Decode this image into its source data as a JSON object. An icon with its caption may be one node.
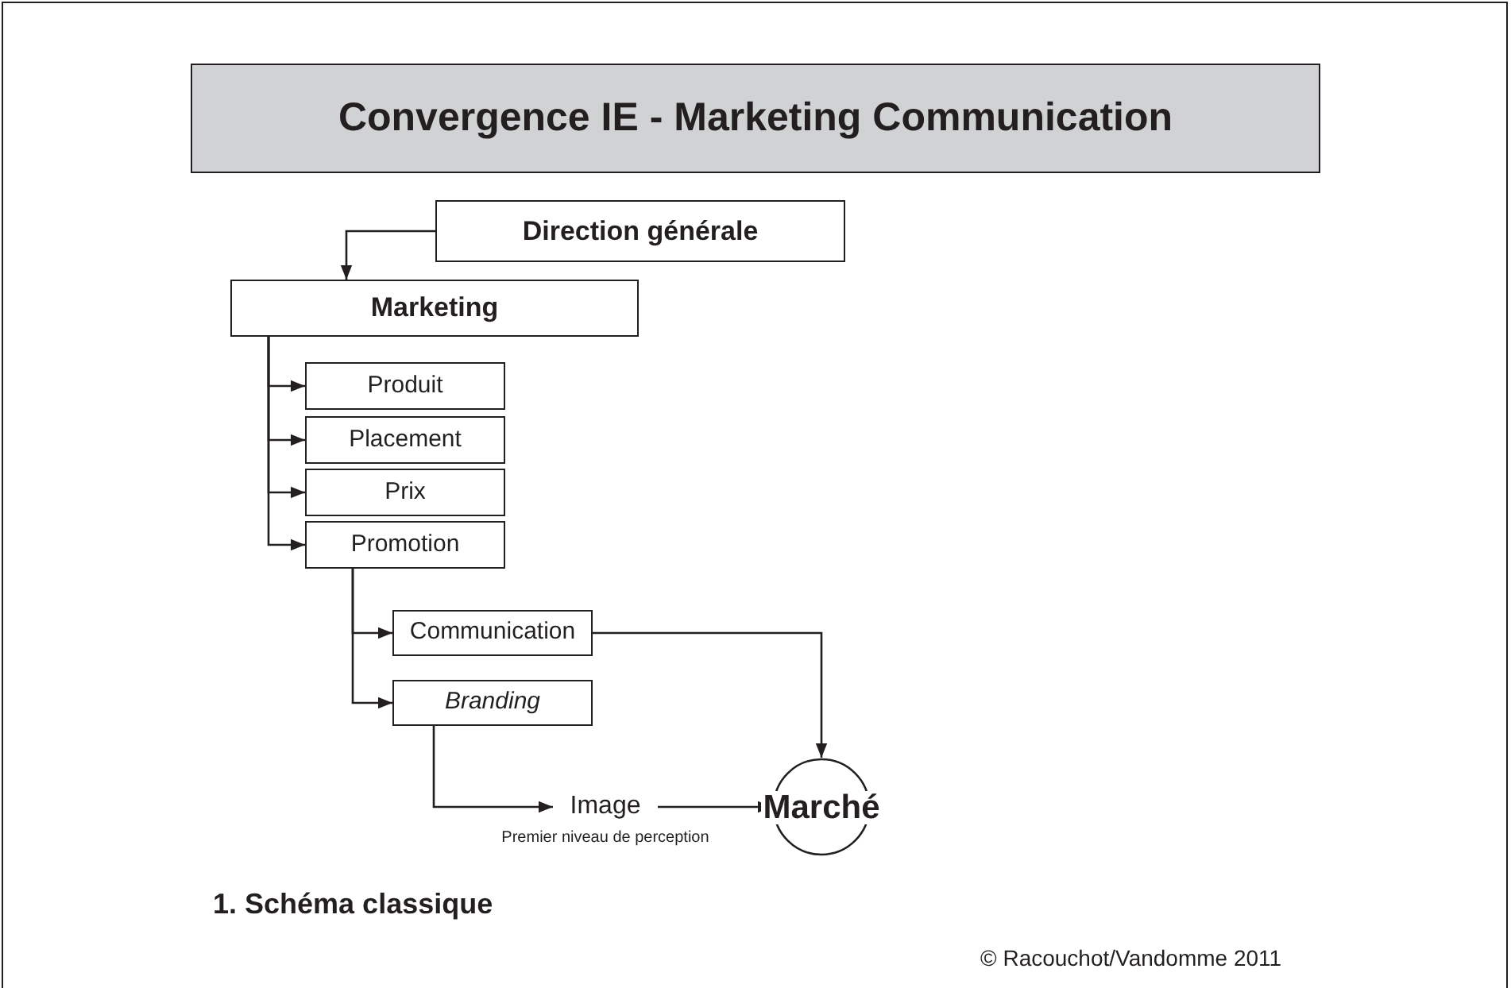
{
  "diagram": {
    "title": "Convergence IE - Marketing Communication",
    "nodes": [
      {
        "text": [
          "Direction générale"
        ]
      },
      {
        "text": [
          "Marketing"
        ]
      },
      {
        "text": [
          "Produit"
        ]
      },
      {
        "text": [
          "Placement"
        ]
      },
      {
        "text": [
          "Prix"
        ]
      },
      {
        "text": [
          "Promotion"
        ]
      },
      {
        "text": [
          "Communication"
        ]
      },
      {
        "text": [
          "Branding"
        ]
      },
      {
        "text": [
          "Image"
        ],
        "beside": [
          "Premier niveau de perception"
        ]
      },
      {
        "text": [
          "Marché"
        ]
      }
    ],
    "edges": [
      {
        "from": 0,
        "to": 1,
        "arrow": "to"
      },
      {
        "from": 1,
        "to": 2,
        "arrow": "to"
      },
      {
        "from": 1,
        "to": 3,
        "arrow": "to"
      },
      {
        "from": 1,
        "to": 4,
        "arrow": "to"
      },
      {
        "from": 1,
        "to": 5,
        "arrow": "to"
      },
      {
        "from": 5,
        "to": 6,
        "arrow": "to"
      },
      {
        "from": 5,
        "to": 7,
        "arrow": "to"
      },
      {
        "from": 6,
        "to": 9,
        "arrow": "to"
      },
      {
        "from": 7,
        "to": 8,
        "arrow": "to"
      },
      {
        "from": 8,
        "to": 9,
        "arrow": "to"
      }
    ],
    "labels": [
      "1. Schéma classique",
      "© Racouchot/Vandomme 2011"
    ]
  }
}
